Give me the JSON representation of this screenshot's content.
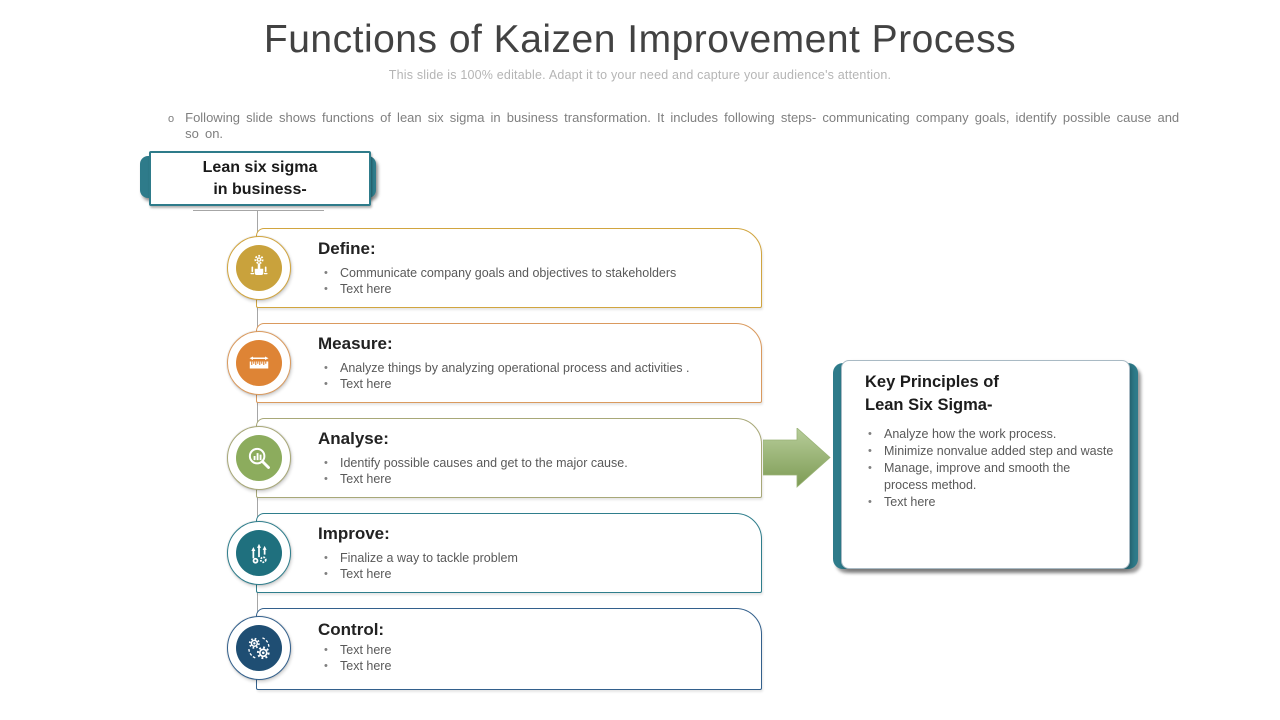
{
  "slide": {
    "title": "Functions of Kaizen Improvement Process",
    "subtitle": "This slide is 100% editable. Adapt it to your need and capture your audience's attention.",
    "intro": {
      "marker": "o",
      "text": "Following slide shows functions of lean six sigma in business transformation. It includes following steps- communicating company goals, identify possible cause and so on."
    }
  },
  "lean_box": {
    "line1": "Lean six sigma",
    "line2": "in business-"
  },
  "steps": [
    {
      "label": "Define:",
      "icon": "hand-gear-icon",
      "color": "#C9A23C",
      "bullets": [
        "Communicate company goals and objectives to stakeholders",
        "Text here"
      ]
    },
    {
      "label": "Measure:",
      "icon": "ruler-icon",
      "color": "#DE8435",
      "bullets": [
        "Analyze things by analyzing operational process and activities .",
        "Text here"
      ]
    },
    {
      "label": "Analyse:",
      "icon": "magnifier-chart-icon",
      "color": "#8CAC5D",
      "bullets": [
        "Identify possible causes  and get to the major cause.",
        "Text here"
      ]
    },
    {
      "label": "Improve:",
      "icon": "rising-arrows-icon",
      "color": "#1F707E",
      "bullets": [
        "Finalize a way to tackle problem",
        "Text here"
      ]
    },
    {
      "label": "Control:",
      "icon": "gears-sync-icon",
      "color": "#1F4E73",
      "bullets": [
        "Text here",
        "Text here"
      ]
    }
  ],
  "key_principles": {
    "title_line1": "Key Principles of",
    "title_line2": "Lean Six Sigma-",
    "bullets": [
      "Analyze how the work process.",
      "Minimize  nonvalue added step and waste",
      "Manage, improve and smooth the process method.",
      "Text here"
    ]
  },
  "colors": {
    "teal": "#2E7B8A",
    "arrow_light": "#B7CD9A",
    "arrow_dark": "#7D9B54"
  }
}
